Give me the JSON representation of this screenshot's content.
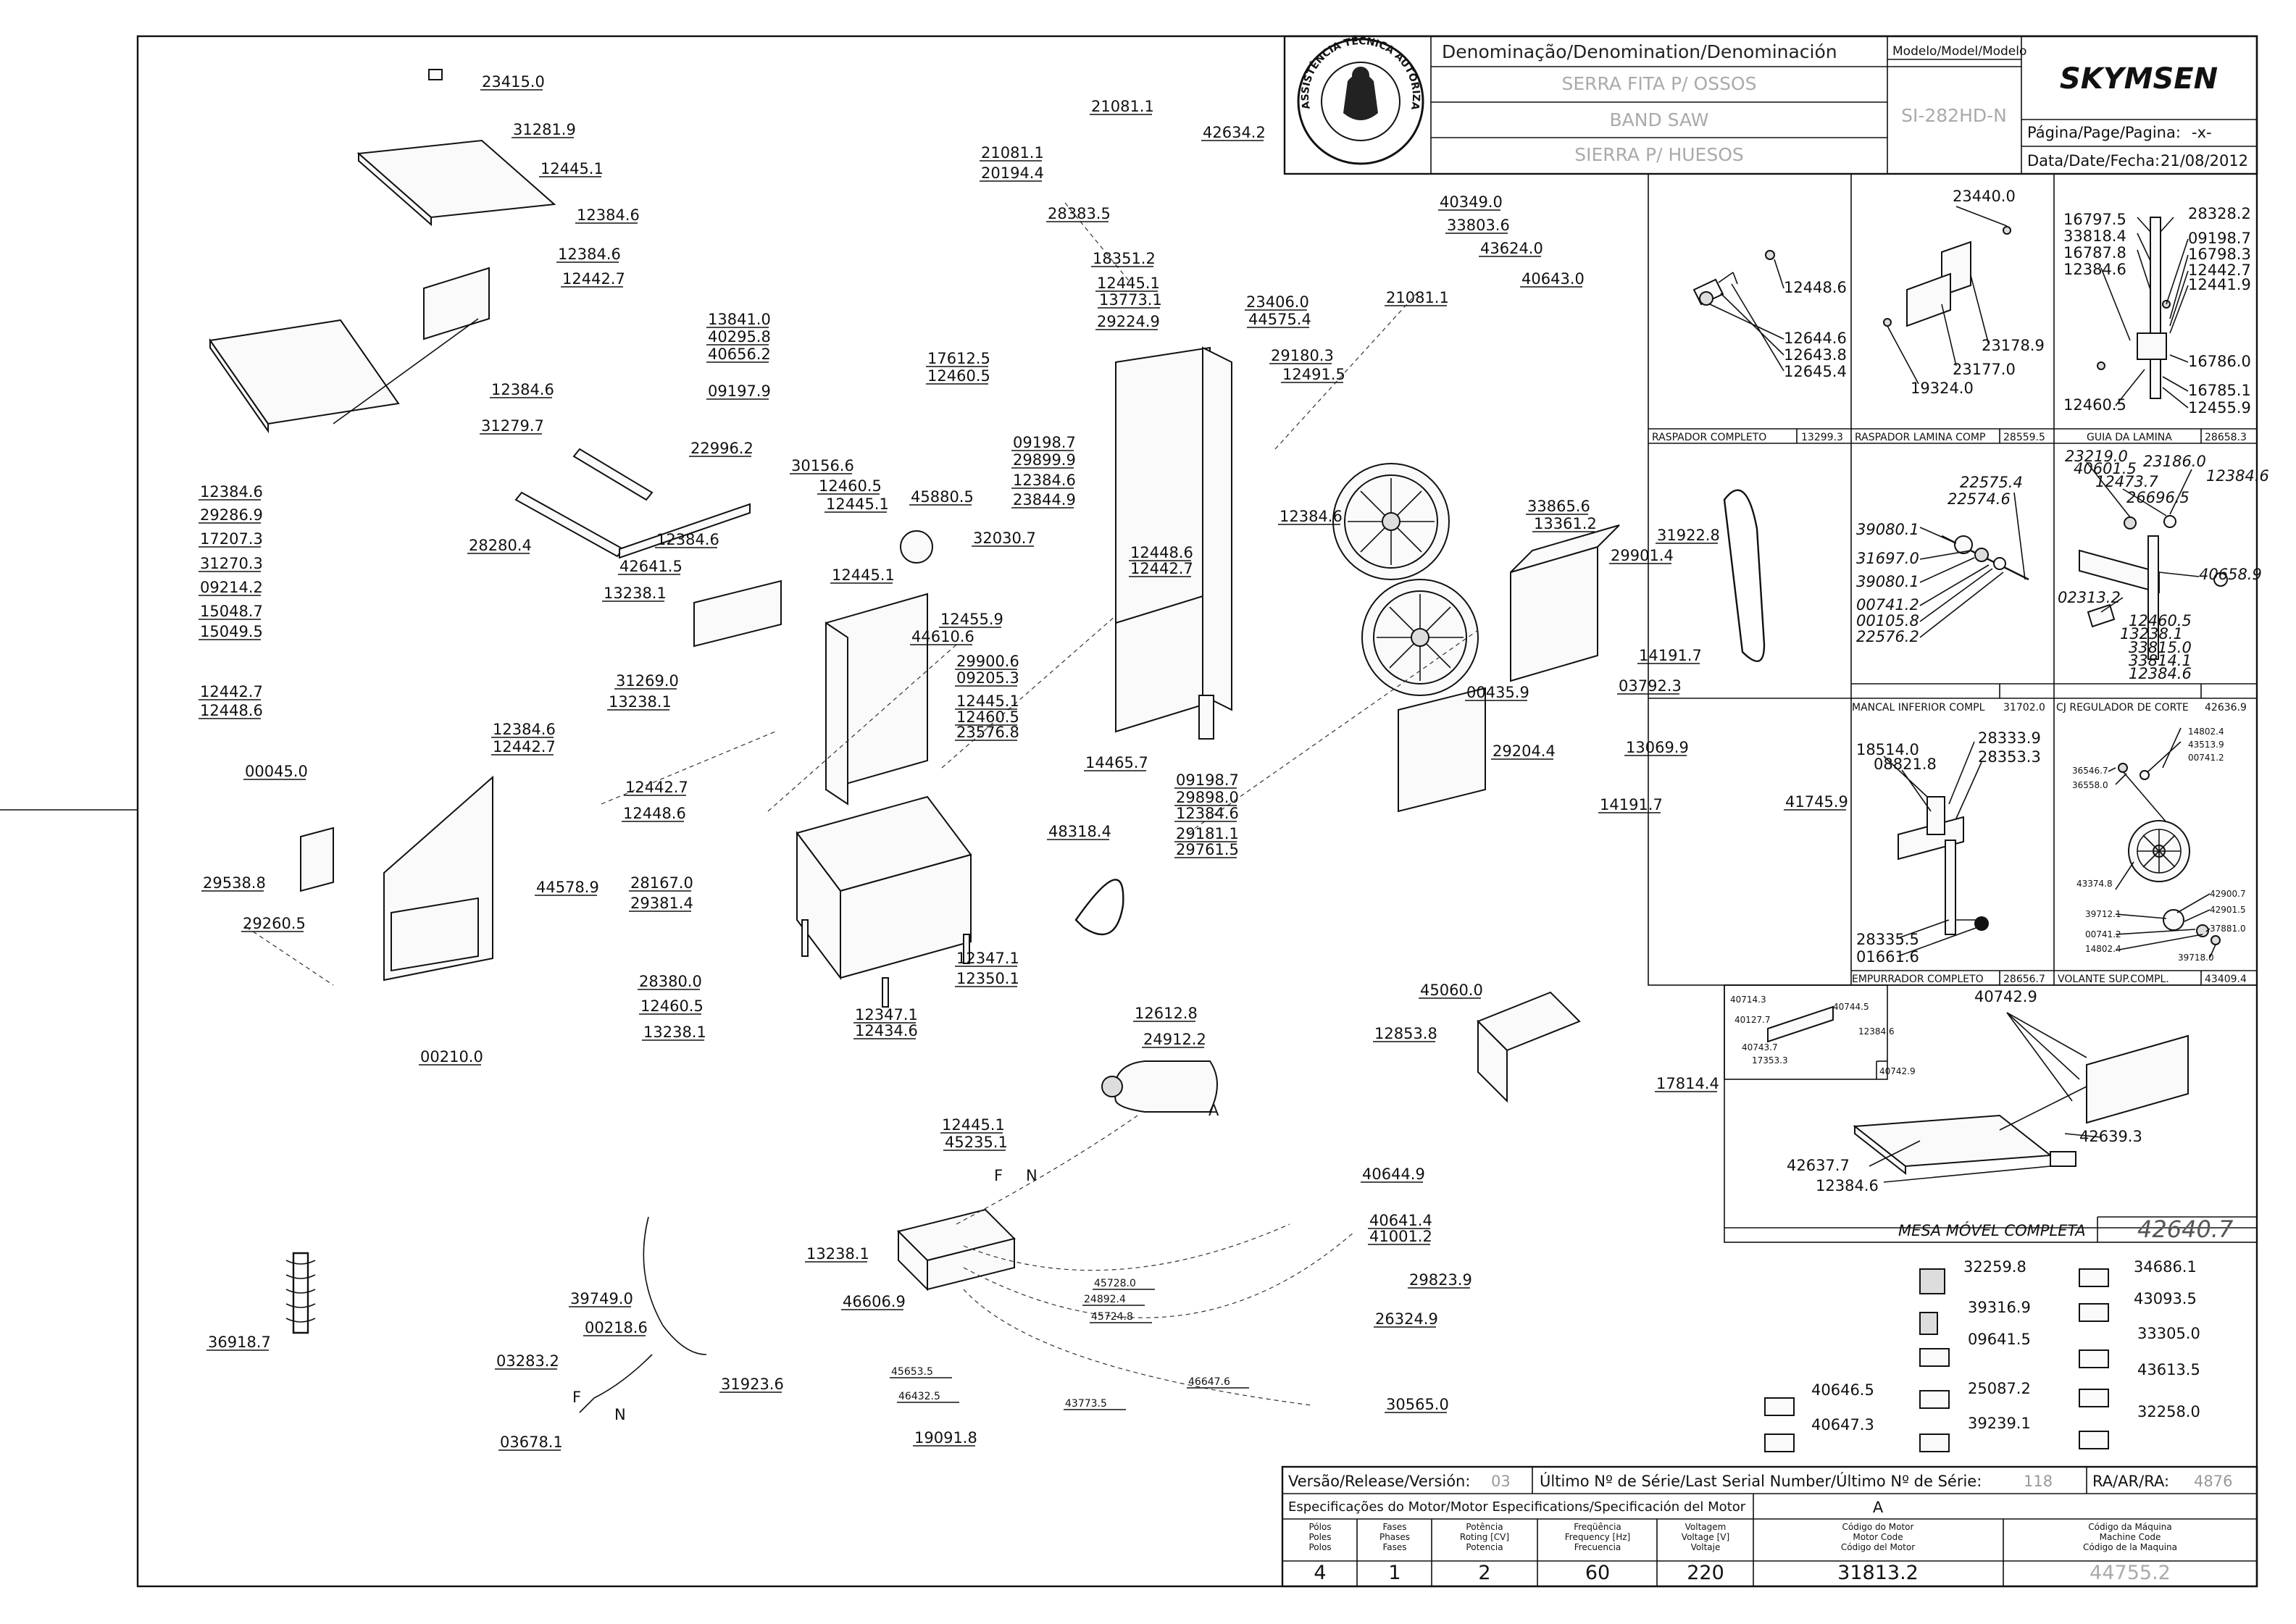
{
  "header": {
    "denomination_label": "Denominação/Denomination/Denominación",
    "names": [
      "SERRA FITA P/ OSSOS",
      "BAND SAW",
      "SIERRA P/ HUESOS"
    ],
    "model_label": "Modelo/Model/Modelo",
    "model": "SI-282HD-N",
    "brand": "SKYMSEN",
    "stamp_text": "ASSISTÊNCIA TÉCNICA AUTORIZADA",
    "page_label": "Página/Page/Pagina:",
    "page_value": "-x-",
    "date_label": "Data/Date/Fecha:",
    "date_value": "21/08/2012"
  },
  "footer": {
    "version_label": "Versão/Release/Versión:",
    "version_value": "03",
    "serial_label": "Último Nº de Série/Last Serial Number/Último Nº de Série:",
    "serial_value": "118",
    "ra_label": "RA/AR/RA:",
    "ra_value": "4876",
    "motor_spec_label": "Especificações do Motor/Motor Especifications/Specificación del Motor",
    "motor_col_letter": "A",
    "columns": [
      [
        "Pólos",
        "Poles",
        "Polos"
      ],
      [
        "Fases",
        "Phases",
        "Fases"
      ],
      [
        "Potência",
        "Roting [CV]",
        "Potencia"
      ],
      [
        "Freqüência",
        "Frequency [Hz]",
        "Frecuencia"
      ],
      [
        "Voltagem",
        "Voltage [V]",
        "Voltaje"
      ],
      [
        "Código do Motor",
        "Motor Code",
        "Código del Motor"
      ],
      [
        "Código da Máquina",
        "Machine Code",
        "Código de la Maquina"
      ]
    ],
    "values": [
      "4",
      "1",
      "2",
      "60",
      "220",
      "31813.2",
      "44755.2"
    ]
  },
  "subassemblies": {
    "raspador": {
      "title": "RASPADOR COMPLETO",
      "code": "13299.3",
      "parts": [
        "12448.6",
        "12644.6",
        "12643.8",
        "12645.4"
      ]
    },
    "raspador_lamina": {
      "title": "RASPADOR LAMINA COMP",
      "code": "28559.5",
      "parts": [
        "23440.0",
        "23178.9",
        "23177.0",
        "19324.0"
      ]
    },
    "guia_lamina": {
      "title": "GUIA DA LAMINA",
      "code": "28658.3",
      "parts": [
        "16797.5",
        "33818.4",
        "16787.8",
        "12384.6",
        "28328.2",
        "09198.7",
        "16798.3",
        "12442.7",
        "12441.9",
        "16786.0",
        "12460.5",
        "16785.1",
        "12455.9"
      ]
    },
    "mancal_inferior": {
      "title": "MANCAL INFERIOR COMPL",
      "code": "31702.0",
      "parts": [
        "22575.4",
        "22574.6",
        "39080.1",
        "31697.0",
        "39080.1",
        "00741.2",
        "00105.8",
        "22576.2"
      ]
    },
    "regulador_corte": {
      "title": "CJ REGULADOR DE CORTE",
      "code": "42636.9",
      "parts": [
        "23219.0",
        "40601.5",
        "23186.0",
        "12384.6",
        "12473.7",
        "26696.5",
        "02313.2",
        "40658.9",
        "12460.5",
        "13238.1",
        "33815.0",
        "33814.1",
        "12384.6"
      ]
    },
    "empurrador": {
      "title": "EMPURRADOR COMPLETO",
      "code": "28656.7",
      "parts": [
        "18514.0",
        "08821.8",
        "28333.9",
        "28353.3",
        "28335.5",
        "01661.6"
      ]
    },
    "volante_sup": {
      "title": "VOLANTE SUP.COMPL.",
      "code": "43409.4",
      "parts": [
        "14802.4",
        "43513.9",
        "00741.2",
        "36546.7",
        "36558.0",
        "43374.8",
        "42900.7",
        "39712.1",
        "42901.5",
        "00741.2",
        "37881.0",
        "14802.4",
        "39718.0"
      ]
    },
    "mesa_movel": {
      "title": "MESA MÓVEL COMPLETA",
      "code": "42640.7",
      "parts": [
        "40742.9",
        "42639.3",
        "42637.7",
        "12384.6"
      ],
      "inset_parts": [
        "40714.3",
        "40744.5",
        "40127.7",
        "12384.6",
        "40743.7",
        "17353.3",
        "40742.9"
      ]
    }
  },
  "main_labels": [
    "23415.0",
    "31281.9",
    "12445.1",
    "12384.6",
    "12384.6",
    "12442.7",
    "12384.6",
    "31279.7",
    "28280.4",
    "12384.6",
    "29286.9",
    "17207.3",
    "31270.3",
    "09214.2",
    "15048.7",
    "15049.5",
    "12442.7",
    "12448.6",
    "12384.6",
    "42641.5",
    "13238.1",
    "31269.0",
    "13238.1",
    "12442.7",
    "12448.6",
    "12384.6",
    "12442.7",
    "00045.0",
    "29538.8",
    "29260.5",
    "44578.9",
    "21081.1",
    "42634.2",
    "21081.1",
    "20194.4",
    "28383.5",
    "13841.0",
    "40295.8",
    "40656.2",
    "09197.9",
    "22996.2",
    "30156.6",
    "18351.2",
    "12445.1",
    "13773.1",
    "29224.9",
    "17612.5",
    "12460.5",
    "23406.0",
    "44575.4",
    "29180.3",
    "12491.5",
    "12460.5",
    "12445.1",
    "45880.5",
    "12445.1",
    "12455.9",
    "09198.7",
    "29899.9",
    "12384.6",
    "23844.9",
    "32030.7",
    "12448.6",
    "12442.7",
    "44610.6",
    "29900.6",
    "09205.3",
    "12445.1",
    "12460.5",
    "23576.8",
    "14465.7",
    "09198.7",
    "29898.0",
    "12384.6",
    "29181.1",
    "29761.5",
    "28167.0",
    "29381.4",
    "12347.1",
    "12350.1",
    "28380.0",
    "12460.5",
    "13238.1",
    "12347.1",
    "12434.6",
    "48318.4",
    "00210.0",
    "36918.7",
    "40349.0",
    "33803.6",
    "43624.0",
    "40643.0",
    "21081.1",
    "12384.6",
    "33865.6",
    "13361.2",
    "29901.4",
    "31922.8",
    "00435.9",
    "03792.3",
    "14191.7",
    "13069.9",
    "29204.4",
    "14191.7",
    "41745.9",
    "45060.0",
    "12853.8",
    "17814.4",
    "12612.8",
    "24912.2",
    "12445.1",
    "45235.1",
    "13238.1",
    "46606.9",
    "40644.9",
    "40641.4",
    "41001.2",
    "29823.9",
    "45728.0",
    "24892.4",
    "45724.8",
    "26324.9",
    "45653.5",
    "46432.5",
    "43773.5",
    "46647.6",
    "19091.8",
    "30565.0",
    "39749.0",
    "00218.6",
    "03283.2",
    "31923.6",
    "03678.1"
  ],
  "wire_letters": [
    "F",
    "N",
    "F",
    "N",
    "A"
  ],
  "labels_grid": [
    "32259.8",
    "34686.1",
    "39316.9",
    "43093.5",
    "09641.5",
    "33305.0",
    "40646.5",
    "25087.2",
    "43613.5",
    "40647.3",
    "39239.1",
    "32258.0"
  ]
}
